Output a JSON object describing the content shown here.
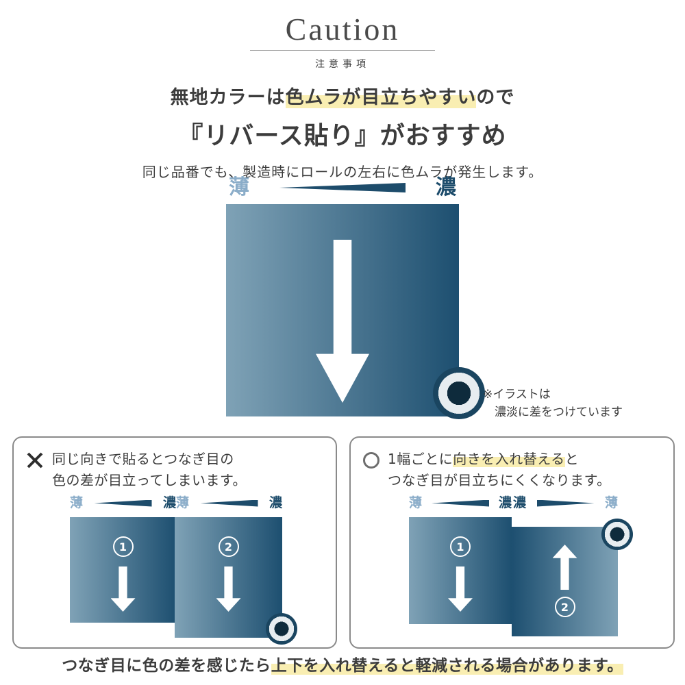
{
  "header": {
    "title": "Caution",
    "subtitle": "注意事項"
  },
  "intro": {
    "line1_pre": "無地カラーは",
    "line1_highlight": "色ムラが目立ちやすい",
    "line1_post": "ので",
    "line2": "『リバース貼り』がおすすめ",
    "line3": "同じ品番でも、製造時にロールの左右に色ムラが発生します。"
  },
  "main_diagram": {
    "label_light": "薄",
    "label_dark": "濃",
    "note_line1": "※イラストは",
    "note_line2": "濃淡に差をつけています"
  },
  "bad_box": {
    "mark_icon": "x-mark",
    "text_line1": "同じ向きで貼るとつなぎ目の",
    "text_line2": "色の差が目立ってしまいます。",
    "panel1": {
      "label_left": "薄",
      "label_right": "濃",
      "number": "1",
      "direction": "down"
    },
    "panel2": {
      "label_left": "薄",
      "label_right": "濃",
      "number": "2",
      "direction": "down"
    }
  },
  "good_box": {
    "mark_icon": "circle-mark",
    "text_line1_pre": "1幅ごとに",
    "text_line1_highlight": "向きを入れ替える",
    "text_line1_post": "と",
    "text_line2": "つなぎ目が目立ちにくくなります。",
    "panel1": {
      "label_left": "薄",
      "label_right": "濃",
      "number": "1",
      "direction": "down"
    },
    "panel2": {
      "label_left": "濃",
      "label_right": "薄",
      "number": "2",
      "direction": "up"
    }
  },
  "footer": {
    "pre": "つなぎ目に色の差を感じたら",
    "highlight": "上下を入れ替えると軽減される場合があります。"
  },
  "colors": {
    "panel_light": "#7fa2b6",
    "panel_dark": "#1d4f70",
    "label_light": "#8badc9",
    "label_dark": "#1d4c6b",
    "highlight_yellow": "#f9eeb2",
    "text": "#3c3c3c",
    "box_border": "#8a8a8a"
  }
}
